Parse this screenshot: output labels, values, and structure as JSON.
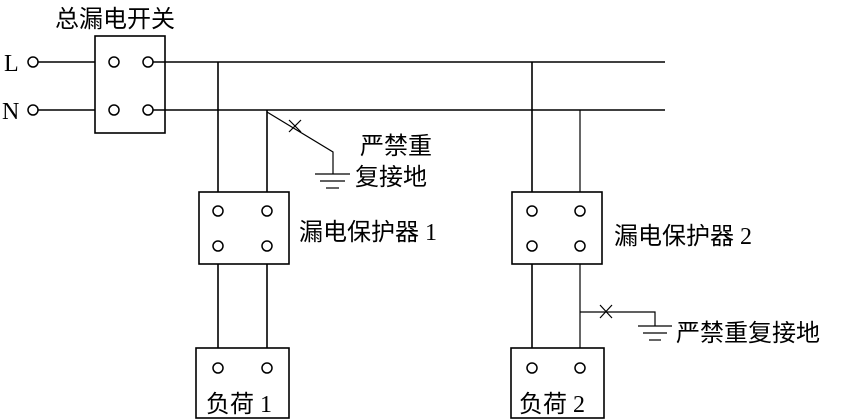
{
  "labels": {
    "main_switch": "总漏电开关",
    "line_L": "L",
    "line_N": "N",
    "ground_warning_top": [
      "严禁重",
      "复接地"
    ],
    "rcd_1": "漏电保护器 1",
    "rcd_2": "漏电保护器 2",
    "ground_warning_bottom": "严禁重复接地",
    "load_1": "负荷 1",
    "load_2": "负荷 2"
  }
}
